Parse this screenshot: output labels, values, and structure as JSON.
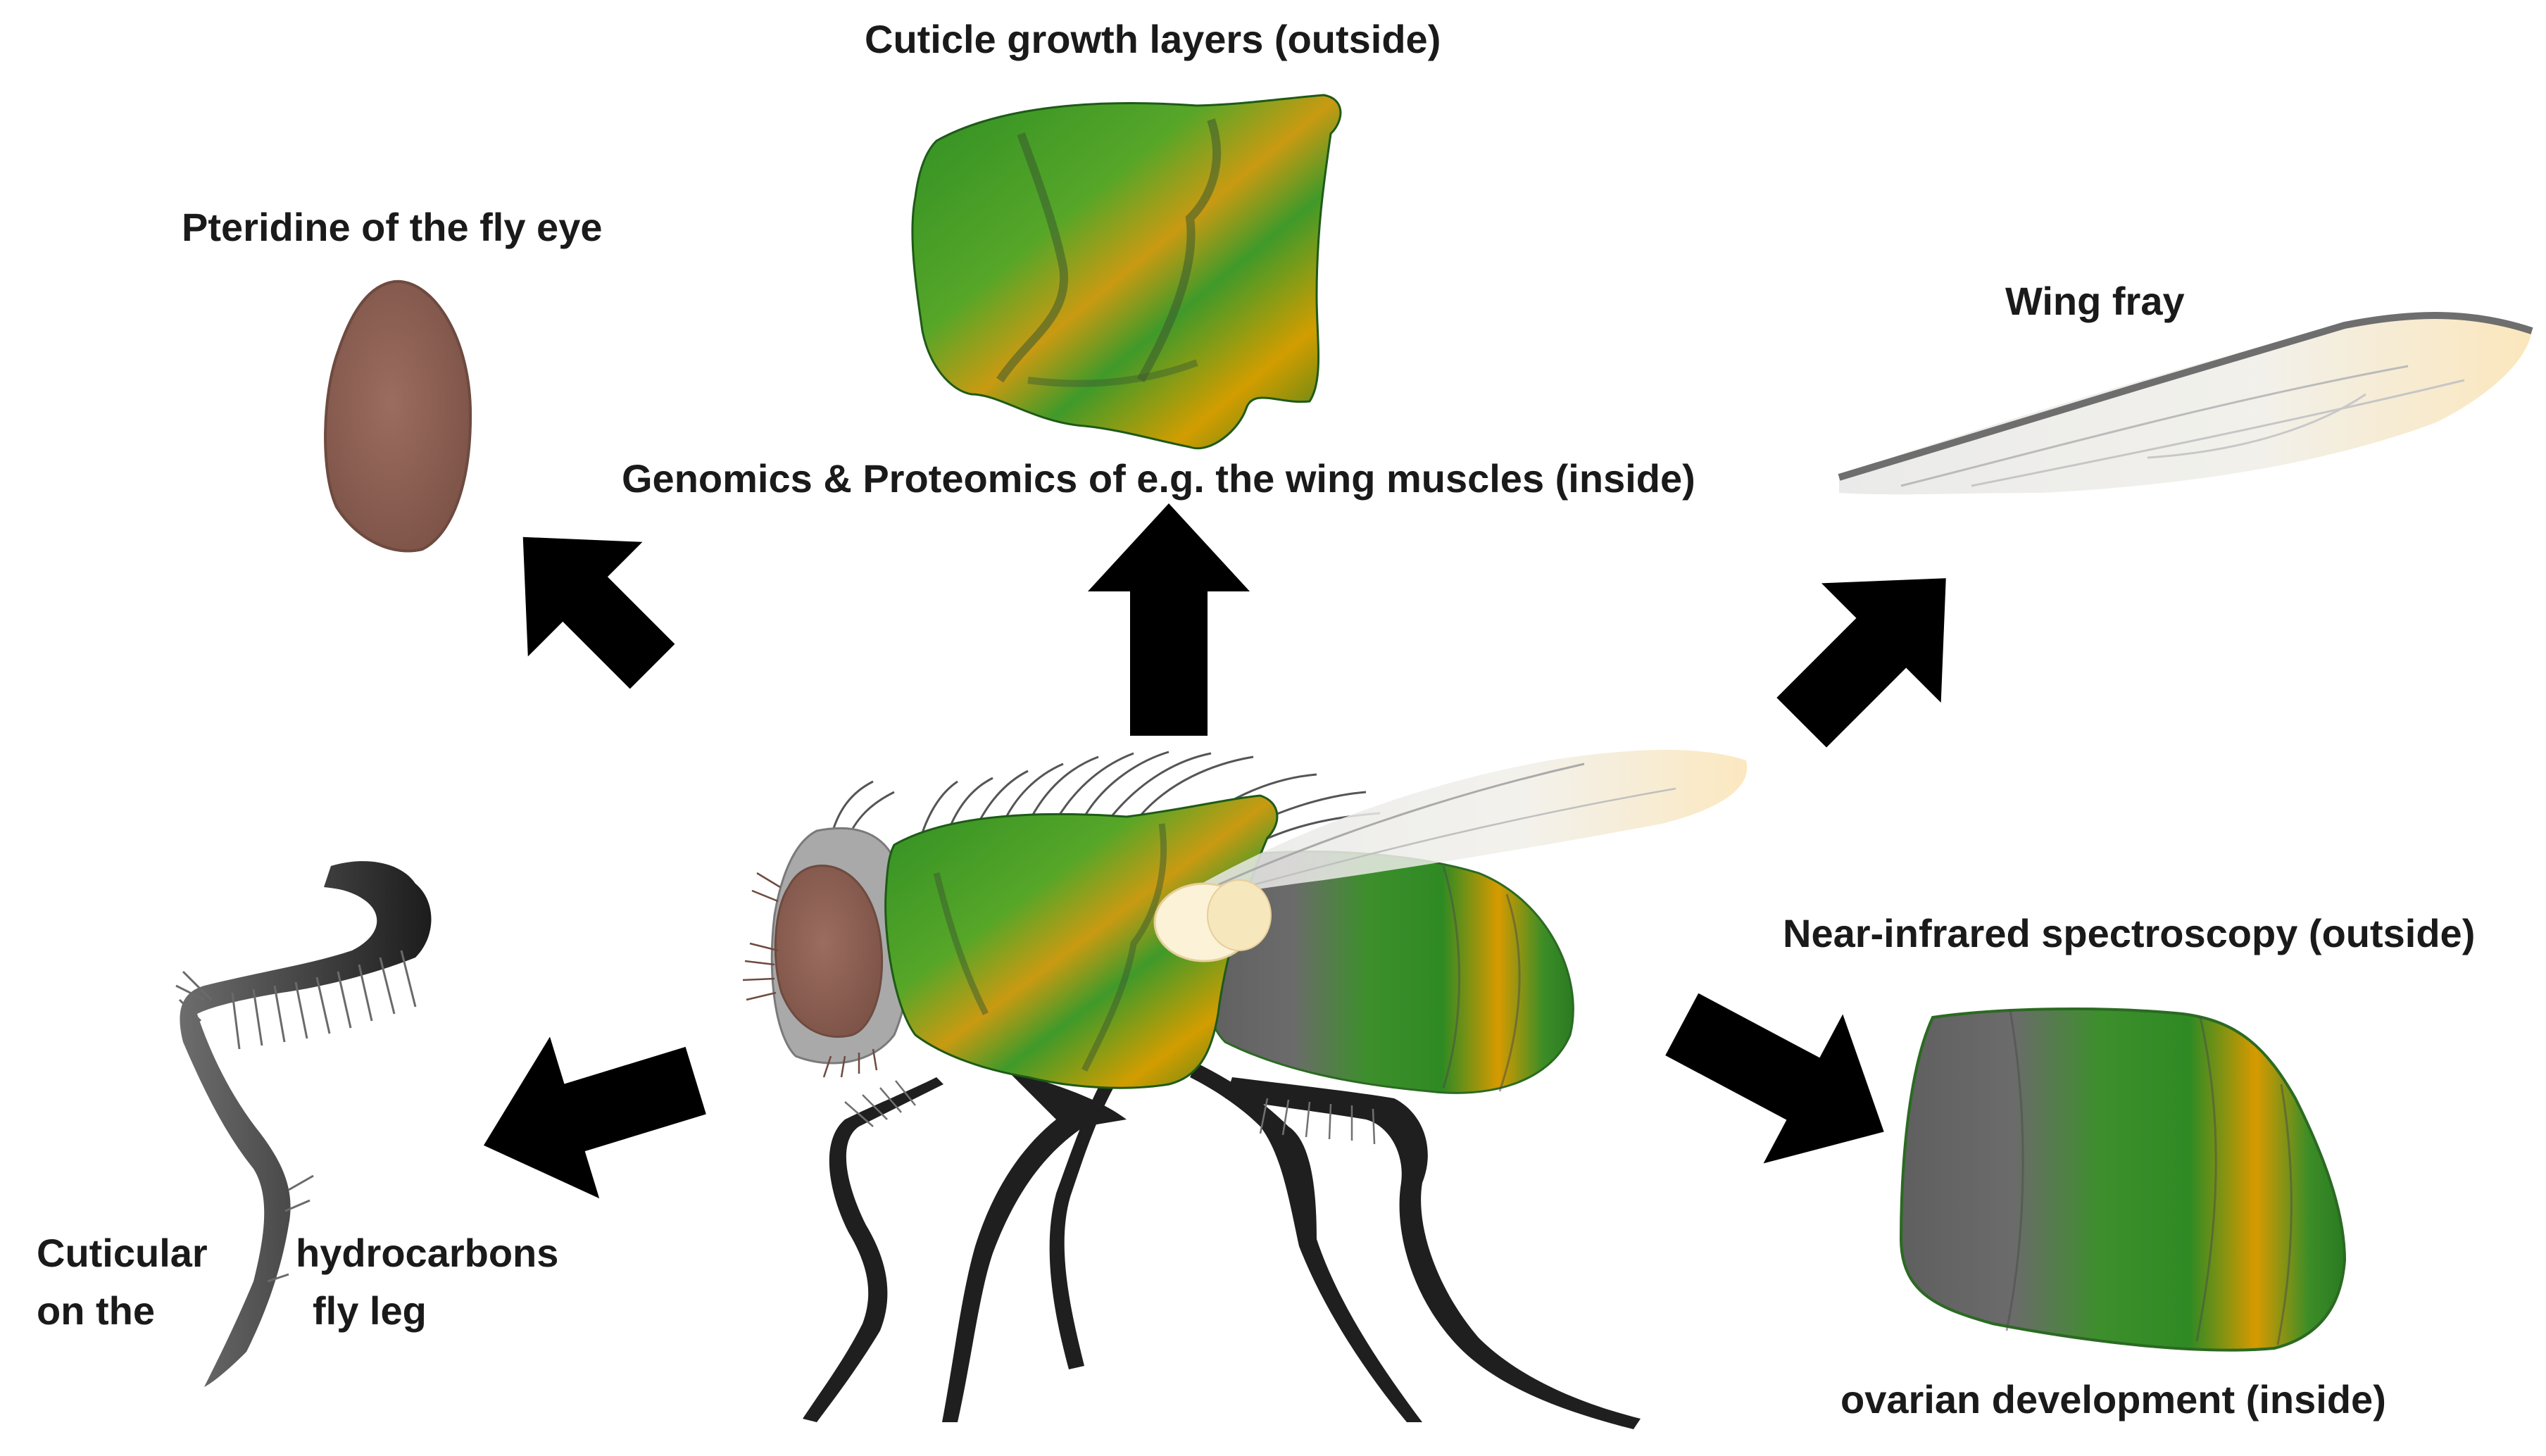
{
  "labels": {
    "cuticle": "Cuticle growth layers (outside)",
    "pteridine": "Pteridine of the fly eye",
    "wing_fray": "Wing fray",
    "genomics": "Genomics & Proteomics of e.g. the wing muscles (inside)",
    "nir": "Near-infrared spectroscopy (outside)",
    "ovarian": "ovarian development (inside)",
    "cuticular": "Cuticular",
    "hydrocarbons": "hydrocarbons",
    "on_the": "on the",
    "fly_leg": "fly leg"
  },
  "colors": {
    "green": "#3a9a2e",
    "dark_green": "#1f6e1c",
    "orange": "#d9a000",
    "eye_brown": "#95675a",
    "leg_black": "#1e1e1e",
    "abdomen_grey": "#6a6a6a",
    "arrow": "#000000"
  }
}
